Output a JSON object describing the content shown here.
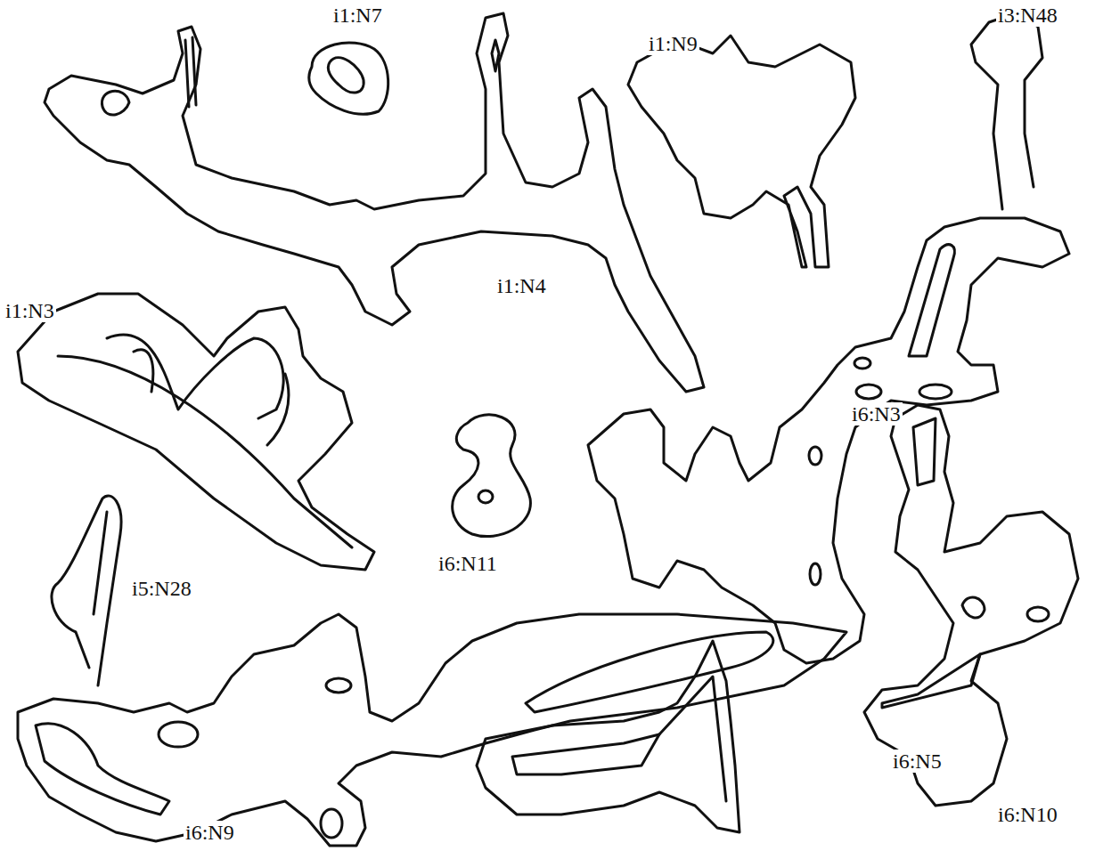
{
  "diagram": {
    "labels": [
      "i1:N7",
      "i3:N48",
      "i1:N9",
      "i1:N4",
      "i1:N3",
      "i6:N3",
      "i6:N11",
      "i5:N28",
      "i6:N5",
      "i6:N10",
      "i6:N9"
    ]
  }
}
